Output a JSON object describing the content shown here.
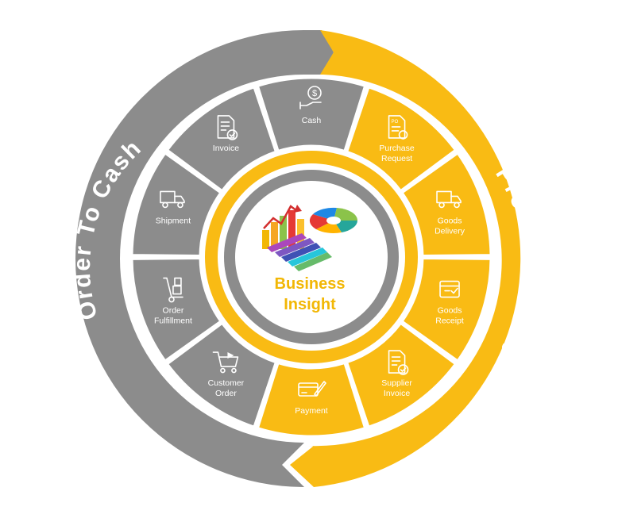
{
  "colors": {
    "gray": "#8c8c8c",
    "gray_dark": "#7f7f7f",
    "yellow": "#f9bb14",
    "yellow_dark": "#f2b705",
    "white": "#ffffff"
  },
  "outer_arcs": {
    "left_label": "Order To Cash",
    "right_label": "Procure To Pay"
  },
  "center": {
    "title_line1": "Business",
    "title_line2": "Insight",
    "graphic_icon": "bar-and-pie-chart-graphic"
  },
  "segments": [
    {
      "id": "cash",
      "line1": "Cash",
      "line2": "",
      "icon": "dollar-hand-icon",
      "group": "order-to-cash"
    },
    {
      "id": "purchase-request",
      "line1": "Purchase",
      "line2": "Request",
      "icon": "po-document-icon",
      "group": "procure-to-pay"
    },
    {
      "id": "goods-delivery",
      "line1": "Goods",
      "line2": "Delivery",
      "icon": "truck-icon",
      "group": "procure-to-pay"
    },
    {
      "id": "goods-receipt",
      "line1": "Goods",
      "line2": "Receipt",
      "icon": "box-check-icon",
      "group": "procure-to-pay"
    },
    {
      "id": "supplier-invoice",
      "line1": "Supplier",
      "line2": "Invoice",
      "icon": "invoice-check-icon",
      "group": "procure-to-pay"
    },
    {
      "id": "payment",
      "line1": "Payment",
      "line2": "",
      "icon": "credit-card-pen-icon",
      "group": "procure-to-pay"
    },
    {
      "id": "customer-order",
      "line1": "Customer",
      "line2": "Order",
      "icon": "shopping-cart-icon",
      "group": "order-to-cash"
    },
    {
      "id": "order-fulfillment",
      "line1": "Order",
      "line2": "Fulfillment",
      "icon": "hand-truck-icon",
      "group": "order-to-cash"
    },
    {
      "id": "shipment",
      "line1": "Shipment",
      "line2": "",
      "icon": "truck-icon",
      "group": "order-to-cash"
    },
    {
      "id": "invoice",
      "line1": "Invoice",
      "line2": "",
      "icon": "invoice-check-icon",
      "group": "order-to-cash"
    }
  ]
}
